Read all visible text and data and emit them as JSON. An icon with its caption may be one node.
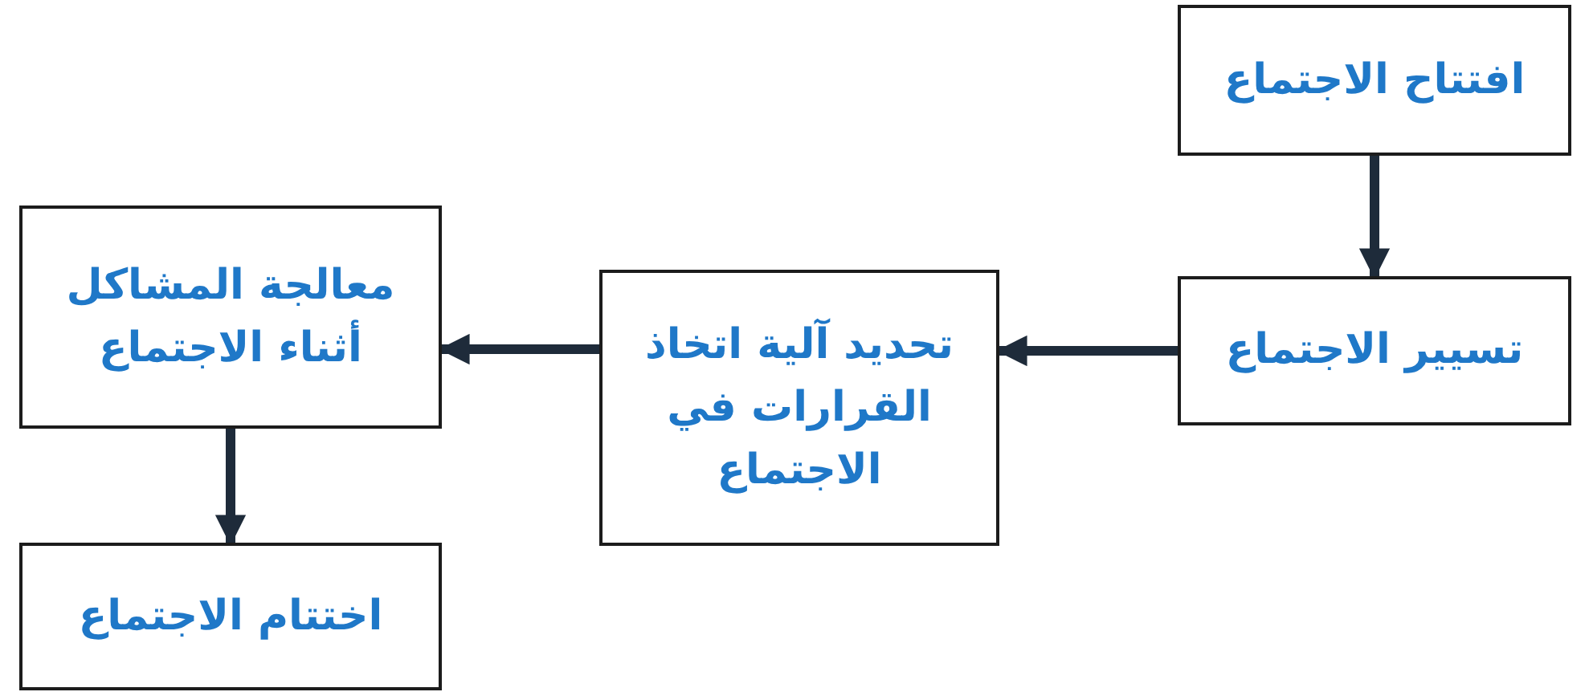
{
  "diagram": {
    "nodes": [
      {
        "text": [
          "افتتاح الاجتماع"
        ]
      },
      {
        "text": [
          "تسيير الاجتماع"
        ]
      },
      {
        "text": [
          "تحديد آلية اتخاذ القرارات في الاجتماع"
        ]
      },
      {
        "text": [
          "معالجة المشاكل أثناء الاجتماع"
        ]
      },
      {
        "text": [
          "اختتام الاجتماع"
        ]
      }
    ],
    "edges": [
      {
        "from": 0,
        "to": 1,
        "arrow": "to"
      },
      {
        "from": 1,
        "to": 2,
        "arrow": "to"
      },
      {
        "from": 2,
        "to": 3,
        "arrow": "to"
      },
      {
        "from": 3,
        "to": 4,
        "arrow": "to"
      }
    ]
  }
}
